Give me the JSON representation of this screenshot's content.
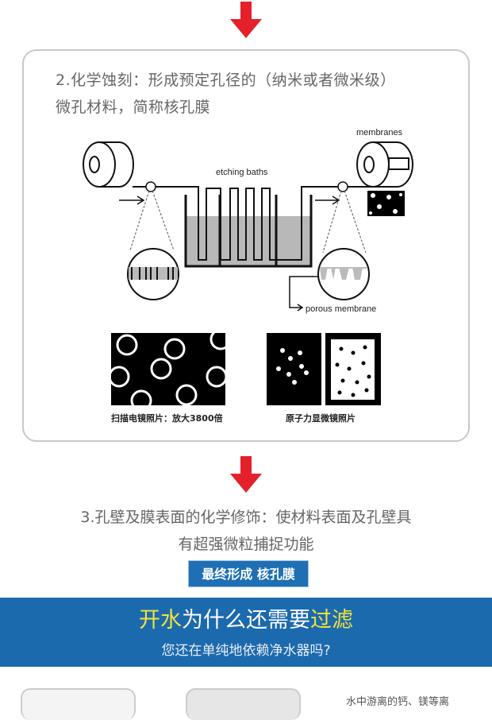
{
  "step2": {
    "line1": "2.化学蚀刻：形成预定孔径的（纳米或者微米级）",
    "line2": "微孔材料，简称核孔膜"
  },
  "diagram": {
    "membranes": "membranes",
    "etching_baths": "etching baths",
    "porous_membrane": "porous membrane"
  },
  "photos": {
    "sem_caption": "扫描电镜照片：放大3800倍",
    "afm_caption": "原子力显微镜照片"
  },
  "step3": {
    "line1": "3.孔壁及膜表面的化学修饰：使材料表面及孔壁具",
    "line2": "有超强微粒捕捉功能"
  },
  "final_label": "最终形成 核孔膜",
  "banner": {
    "title_a": "开水",
    "title_b": "为什么还需要",
    "title_c": "过滤",
    "subtitle": "您还在单纯地依赖净水器吗?"
  },
  "bottom": {
    "side_text": "水中游离的钙、镁等离"
  },
  "colors": {
    "arrow": "#e4202a",
    "blue": "#1c6aae",
    "yellow": "#f3e33a"
  }
}
